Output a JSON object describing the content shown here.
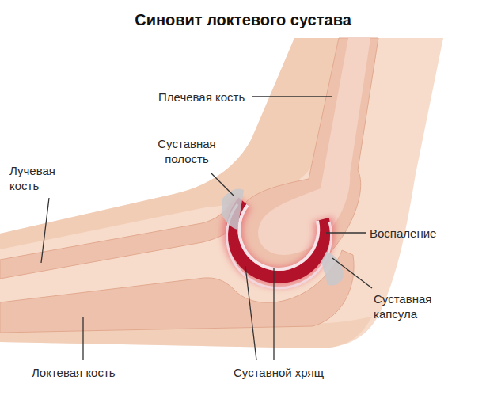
{
  "diagram": {
    "title": "Синовит локтевого сустава",
    "labels": [
      "Плечевая кость",
      "Суставная полость",
      "Лучевая кость",
      "Воспаление",
      "Суставная капсула",
      "Локтевая кость",
      "Суставной хрящ"
    ]
  }
}
